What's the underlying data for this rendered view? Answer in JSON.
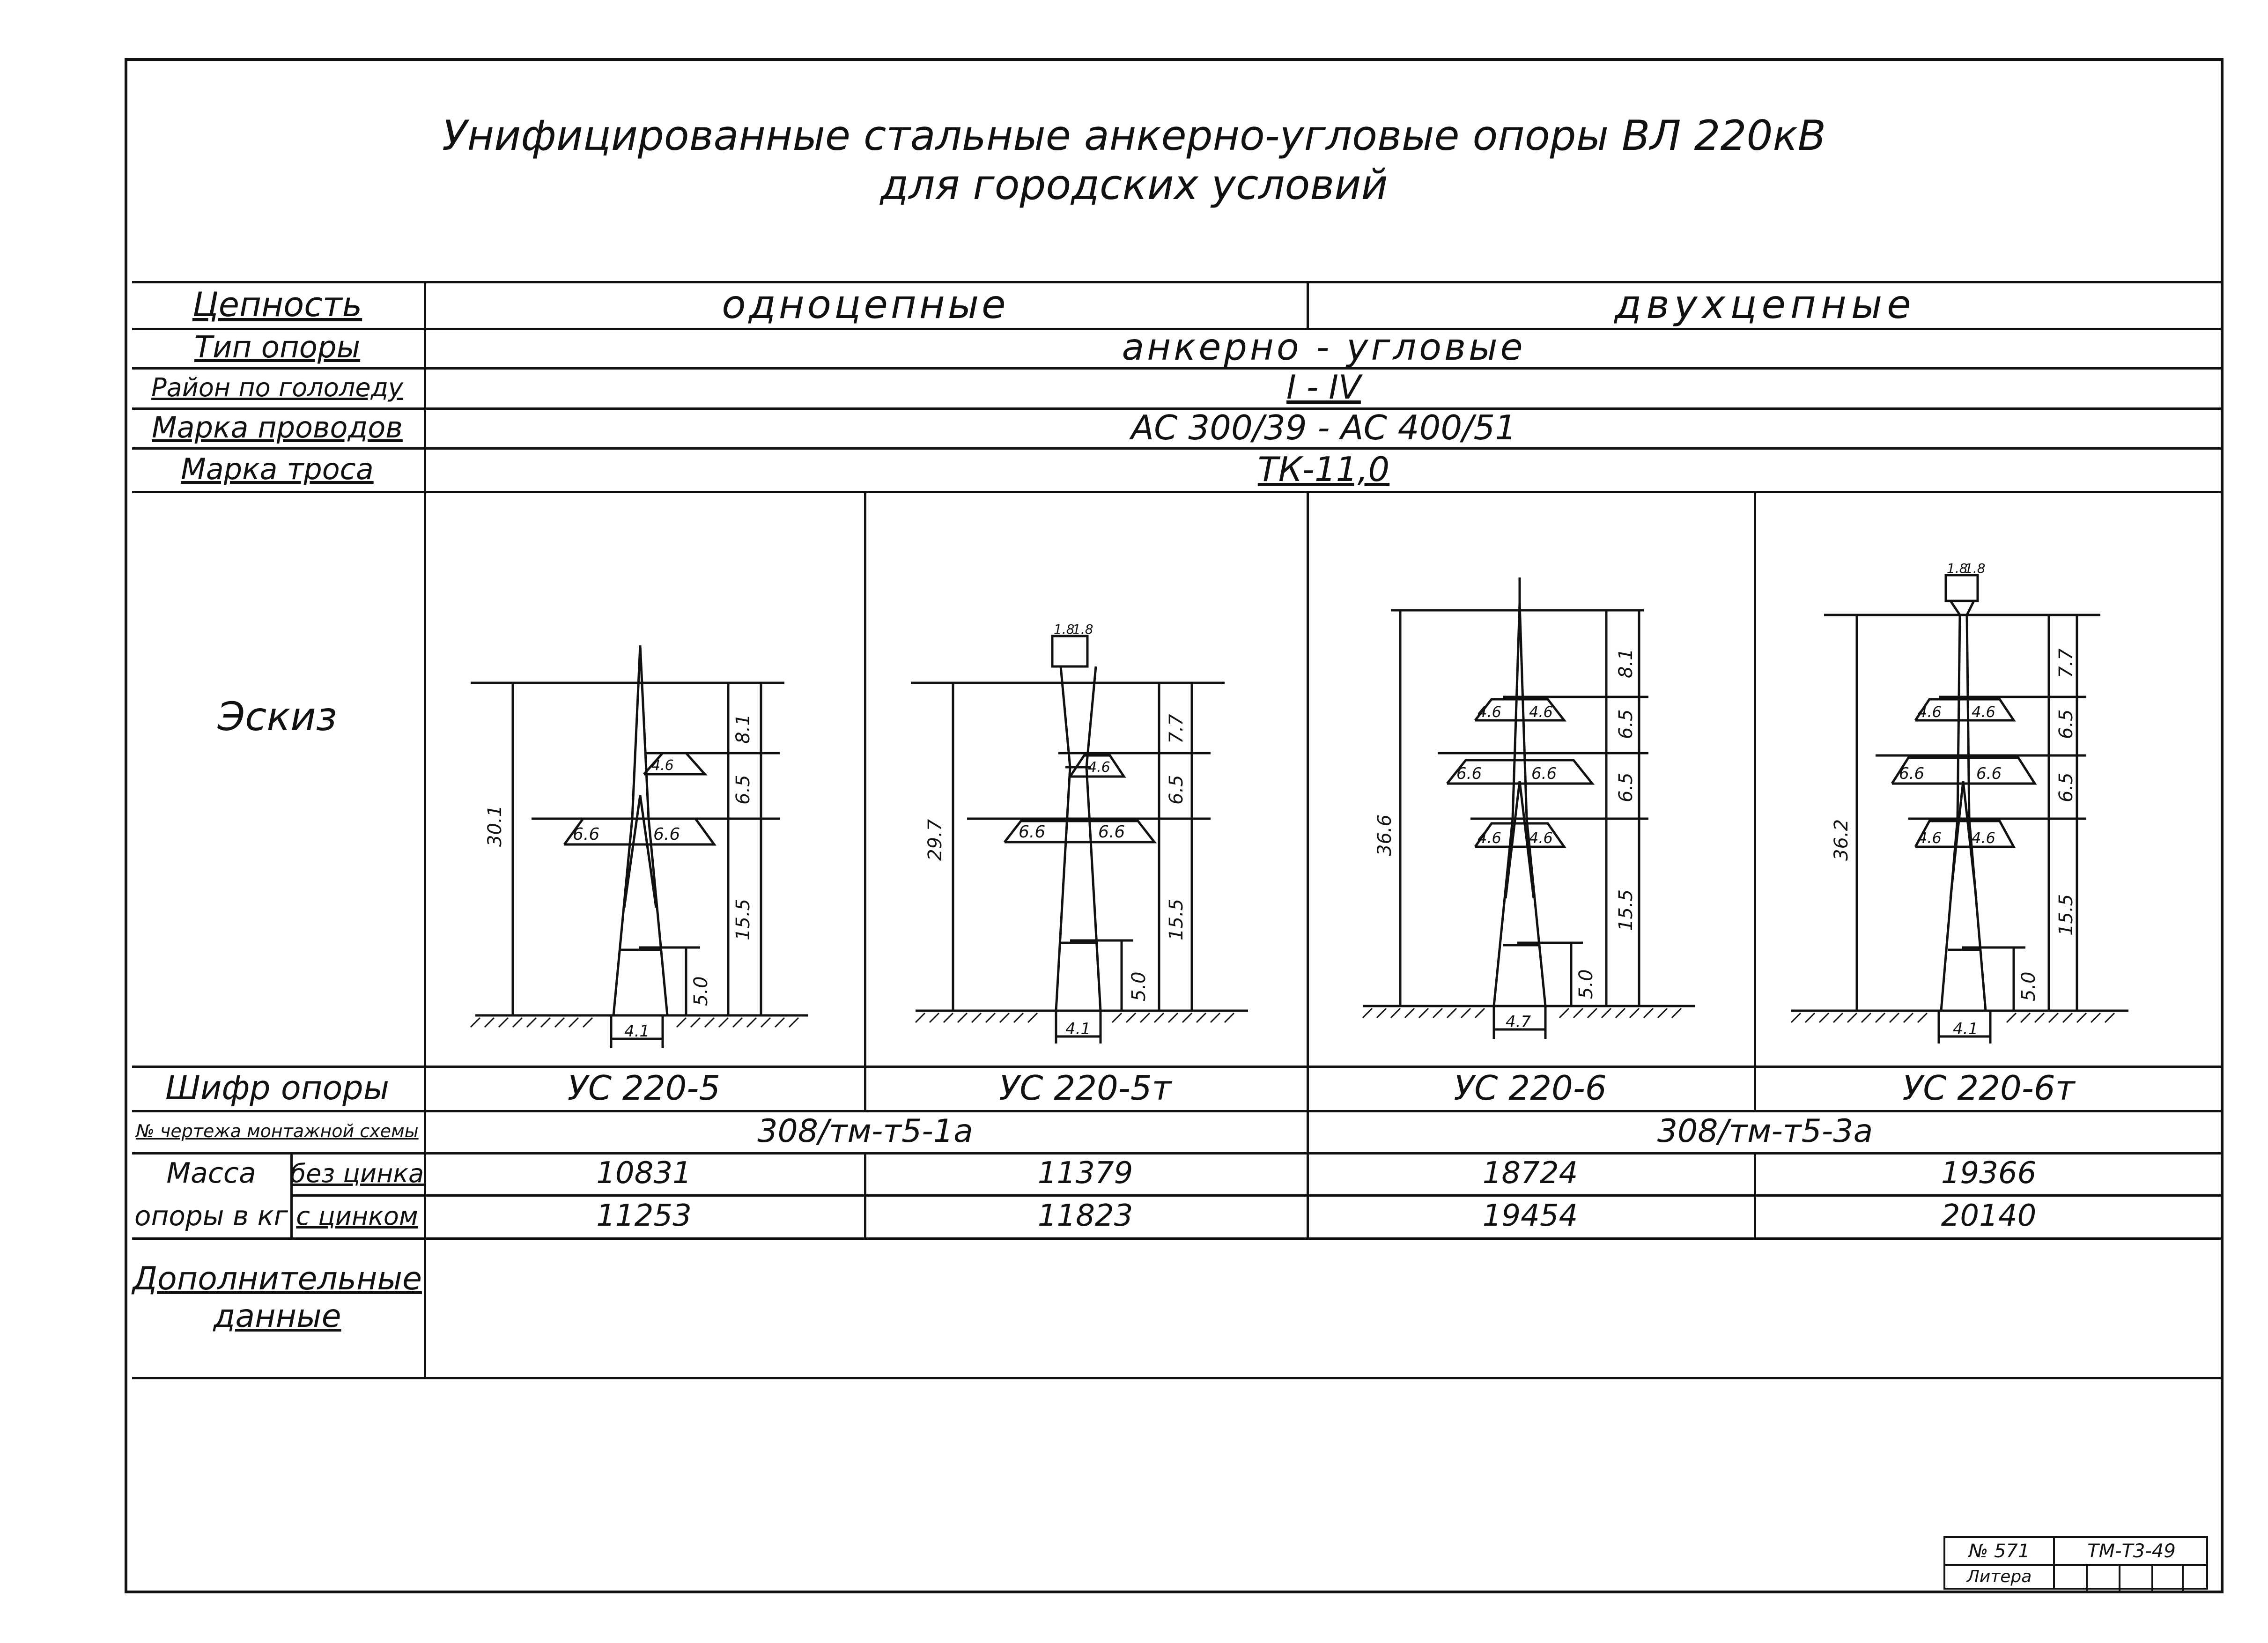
{
  "title": {
    "line1": "Унифицированные стальные анкерно-угловые опоры ВЛ 220кВ",
    "line2": "для городских условий"
  },
  "rows": {
    "chain_label": "Цепность",
    "chain_single": "одноцепные",
    "chain_double": "двухцепные",
    "type_label": "Тип опоры",
    "type_value": "анкерно - угловые",
    "ice_label": "Район по гололеду",
    "ice_value": "I - IV",
    "wire_label": "Марка проводов",
    "wire_value": "АС 300/39 - АС 400/51",
    "cable_label": "Марка троса",
    "cable_value": "ТК-11,0",
    "sketch_label": "Эскиз",
    "code_label": "Шифр опоры",
    "drawing_label": "№ чертежа монтажной схемы",
    "drawing_single": "308/тм-т5-1а",
    "drawing_double": "308/тм-т5-3а",
    "mass_label_1": "Масса",
    "mass_label_2": "опоры в кг",
    "mass_no_zinc": "без цинка",
    "mass_zinc": "с цинком",
    "extra_label_1": "Дополнительные",
    "extra_label_2": "данные"
  },
  "towers": [
    {
      "code": "УС 220-5",
      "mass_no_zinc": "10831",
      "mass_zinc": "11253",
      "height": "30.1",
      "dims": [
        "8.1",
        "6.5",
        "15.5",
        "5.0"
      ],
      "arms": [
        "4.6",
        "6.6",
        "6.6"
      ],
      "base": "4.1"
    },
    {
      "code": "УС 220-5т",
      "mass_no_zinc": "11379",
      "mass_zinc": "11823",
      "height": "29.7",
      "dims": [
        "7.7",
        "6.5",
        "15.5",
        "5.0"
      ],
      "arms": [
        "4.6",
        "6.6",
        "6.6"
      ],
      "base": "4.1",
      "peak": [
        "1.8",
        "1.8"
      ]
    },
    {
      "code": "УС 220-6",
      "mass_no_zinc": "18724",
      "mass_zinc": "19454",
      "height": "36.6",
      "dims": [
        "8.1",
        "6.5",
        "6.5",
        "15.5",
        "5.0"
      ],
      "arms": [
        "4.6",
        "4.6",
        "6.6",
        "6.6",
        "4.6",
        "4.6"
      ],
      "base": "4.7"
    },
    {
      "code": "УС 220-6т",
      "mass_no_zinc": "19366",
      "mass_zinc": "20140",
      "height": "36.2",
      "dims": [
        "7.7",
        "6.5",
        "6.5",
        "15.5",
        "5.0"
      ],
      "arms": [
        "4.6",
        "4.6",
        "6.6",
        "6.6",
        "4.6",
        "4.6"
      ],
      "base": "4.1",
      "peak": [
        "1.8",
        "1.8"
      ]
    }
  ],
  "stamp": {
    "number": "№ 571",
    "code": "ТМ-Т3-49",
    "litera": "Литера"
  }
}
